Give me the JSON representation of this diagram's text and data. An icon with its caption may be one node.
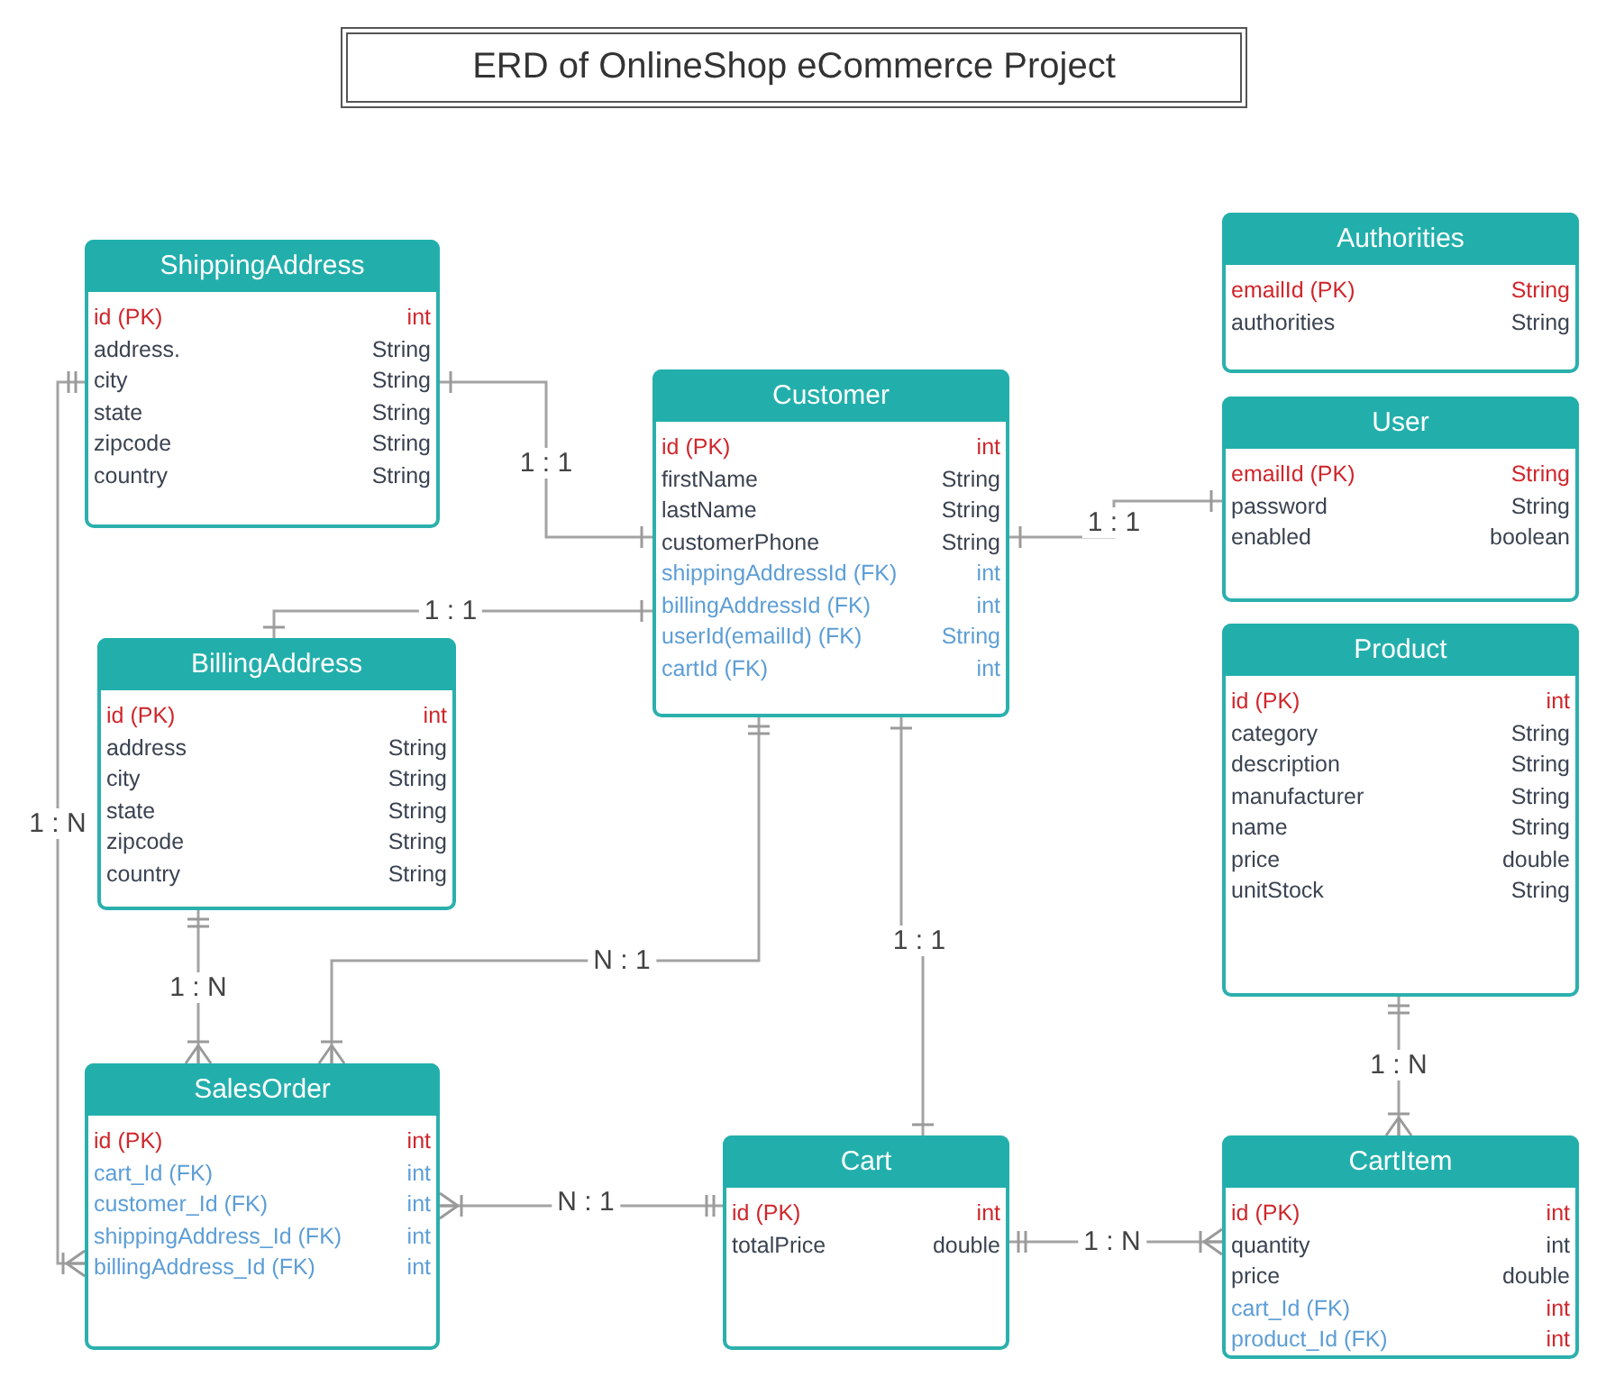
{
  "diagram": {
    "title": "ERD of OnlineShop eCommerce Project",
    "nodes": [
      {
        "text": [
          "ShippingAddress",
          "id (PK)",
          "int",
          "address.",
          "String",
          "city",
          "String",
          "state",
          "String",
          "zipcode",
          "String",
          "country",
          "String"
        ]
      },
      {
        "text": [
          "Authorities",
          "emailId (PK)",
          "String",
          "authorities",
          "String"
        ]
      },
      {
        "text": [
          "Customer",
          "id (PK)",
          "int",
          "firstName",
          "String",
          "lastName",
          "String",
          "customerPhone",
          "String",
          "shippingAddressId (FK)",
          "int",
          "billingAddressId (FK)",
          "int",
          "userId(emailId) (FK)",
          "String",
          "cartId (FK)",
          "int"
        ]
      },
      {
        "text": [
          "User",
          "emailId (PK)",
          "String",
          "password",
          "String",
          "enabled",
          "boolean"
        ]
      },
      {
        "text": [
          "BillingAddress",
          "id (PK)",
          "int",
          "address",
          "String",
          "city",
          "String",
          "state",
          "String",
          "zipcode",
          "String",
          "country",
          "String"
        ]
      },
      {
        "text": [
          "Product",
          "id (PK)",
          "int",
          "category",
          "String",
          "description",
          "String",
          "manufacturer",
          "String",
          "name",
          "String",
          "price",
          "double",
          "unitStock",
          "String"
        ]
      },
      {
        "text": [
          "SalesOrder",
          "id (PK)",
          "int",
          "cart_Id (FK)",
          "int",
          "customer_Id (FK)",
          "int",
          "shippingAddress_Id (FK)",
          "int",
          "billingAddress_Id (FK)",
          "int"
        ]
      },
      {
        "text": [
          "Cart",
          "id (PK)",
          "int",
          "totalPrice",
          "double"
        ]
      },
      {
        "text": [
          "CartItem",
          "id (PK)",
          "int",
          "quantity",
          "int",
          "price",
          "double",
          "cart_Id (FK)",
          "int",
          "product_Id (FK)",
          "int"
        ]
      }
    ],
    "edges": [
      {
        "from": 0,
        "to": 2,
        "arrow": "other",
        "label": "1 : 1"
      },
      {
        "from": 4,
        "to": 2,
        "arrow": "other",
        "label": "1 : 1"
      },
      {
        "from": 2,
        "to": 3,
        "arrow": "other",
        "label": "1 : 1"
      },
      {
        "from": 0,
        "to": 6,
        "arrow": "other",
        "label": "1 : N"
      },
      {
        "from": 4,
        "to": 6,
        "arrow": "other",
        "label": "1 : N"
      },
      {
        "from": 2,
        "to": 6,
        "arrow": "other",
        "label": "N : 1"
      },
      {
        "from": 2,
        "to": 7,
        "arrow": "other",
        "label": "1 : 1"
      },
      {
        "from": 6,
        "to": 7,
        "arrow": "other",
        "label": "N : 1"
      },
      {
        "from": 7,
        "to": 8,
        "arrow": "other",
        "label": "1 : N"
      },
      {
        "from": 5,
        "to": 8,
        "arrow": "other",
        "label": "1 : N"
      }
    ]
  }
}
